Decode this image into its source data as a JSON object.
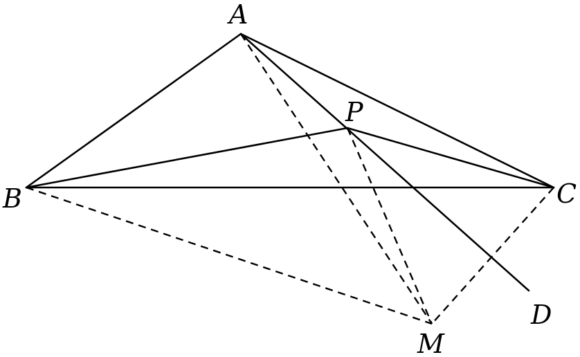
{
  "diagram": {
    "points": {
      "A": {
        "label": "A"
      },
      "B": {
        "label": "B"
      },
      "C": {
        "label": "C"
      },
      "P": {
        "label": "P"
      },
      "M": {
        "label": "M"
      },
      "D": {
        "label": "D"
      }
    },
    "solid_segments": [
      [
        "A",
        "B"
      ],
      [
        "A",
        "C"
      ],
      [
        "B",
        "C"
      ],
      [
        "B",
        "P"
      ],
      [
        "P",
        "C"
      ],
      [
        "A",
        "D"
      ]
    ],
    "dashed_segments": [
      [
        "A",
        "M"
      ],
      [
        "P",
        "M"
      ],
      [
        "B",
        "M"
      ],
      [
        "C",
        "M"
      ]
    ],
    "colors": {
      "stroke": "#000000",
      "background": "#ffffff"
    }
  }
}
